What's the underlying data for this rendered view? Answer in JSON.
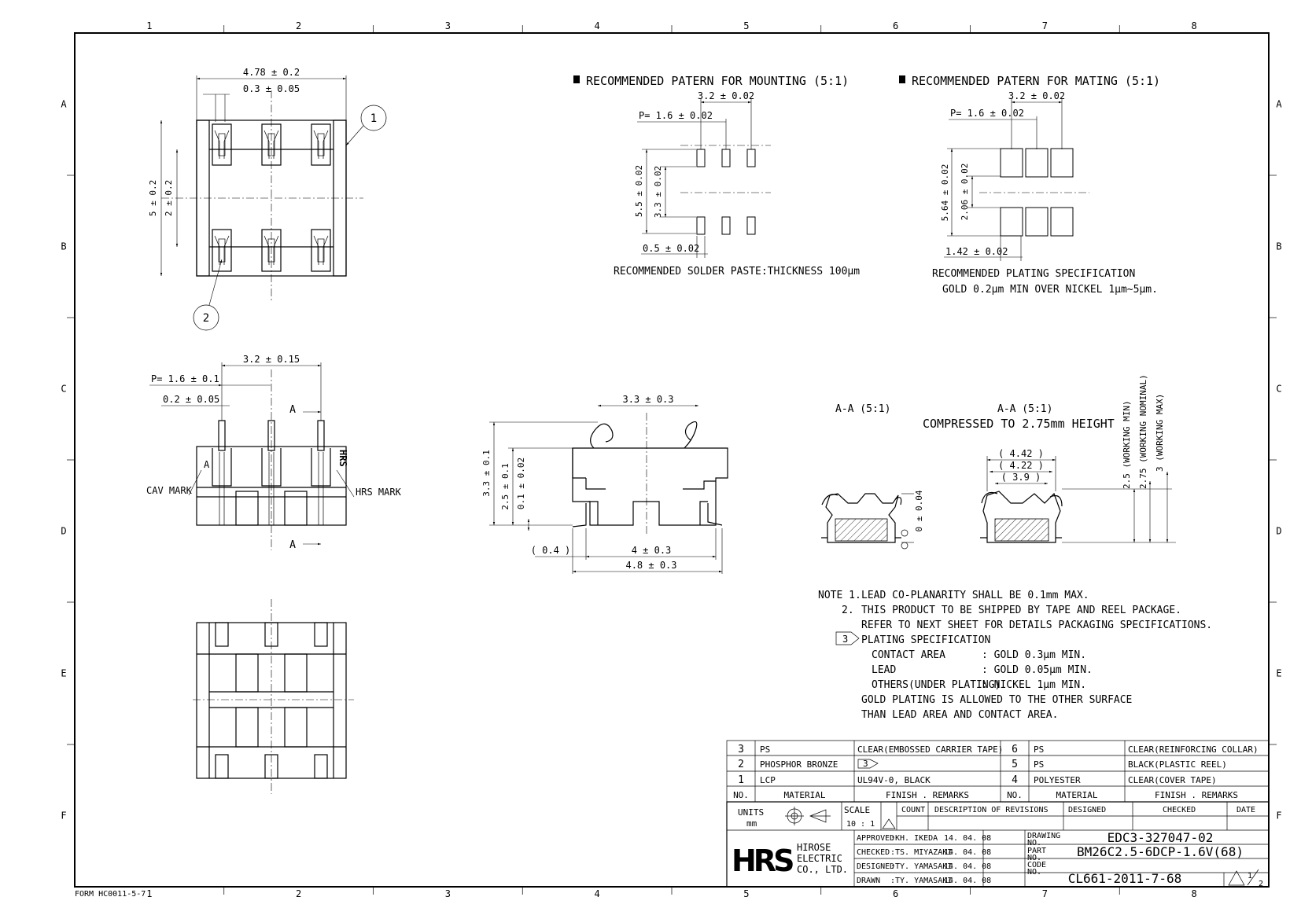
{
  "grid": {
    "columns": [
      "1",
      "2",
      "3",
      "4",
      "5",
      "6",
      "7",
      "8"
    ],
    "rows": [
      "A",
      "B",
      "C",
      "D",
      "E",
      "F"
    ]
  },
  "form_no": "FORM HC0011-5-7",
  "top_view": {
    "dim_width": "4.78 ± 0.2",
    "dim_contact": "0.3 ± 0.05",
    "dim_height": "5 ± 0.2",
    "dim_inner": "2 ± 0.2",
    "balloon_1": "1",
    "balloon_2": "2"
  },
  "front_view": {
    "dim_span": "3.2 ± 0.15",
    "dim_pitch": "P= 1.6 ± 0.1",
    "dim_width": "0.2 ± 0.05",
    "section_a_top": "A",
    "section_a_bottom": "A",
    "cav_mark": "CAV MARK",
    "hrs_mark": "HRS MARK",
    "cav_letter": "A",
    "logo_text": "HRS"
  },
  "side_view": {
    "dim_top": "3.3 ± 0.3",
    "dim_h1": "3.3 ± 0.1",
    "dim_h2": "2.5 ± 0.1",
    "dim_h3": "0.1 ± 0.02",
    "dim_ref": "( 0.4 )",
    "dim_b1": "4 ± 0.3",
    "dim_b2": "4.8 ± 0.3"
  },
  "mounting": {
    "title": "RECOMMENDED PATERN FOR MOUNTING (5:1)",
    "dim_span": "3.2 ± 0.02",
    "dim_pitch": "P= 1.6 ± 0.02",
    "dim_h1": "5.5 ± 0.02",
    "dim_h2": "3.3 ± 0.02",
    "dim_w": "0.5 ± 0.02",
    "note": "RECOMMENDED SOLDER PASTE:THICKNESS 100μm"
  },
  "mating": {
    "title": "RECOMMENDED PATERN FOR MATING (5:1)",
    "dim_span": "3.2 ± 0.02",
    "dim_pitch": "P= 1.6 ± 0.02",
    "dim_h1": "5.64 ± 0.02",
    "dim_h2": "2.06 ± 0.02",
    "dim_w": "1.42 ± 0.02",
    "note_1": "RECOMMENDED PLATING SPECIFICATION",
    "note_2": "GOLD 0.2μm MIN OVER NICKEL 1μm~5μm."
  },
  "section": {
    "label_1": "A-A (5:1)",
    "label_2": "A-A (5:1)",
    "compressed": "COMPRESSED TO 2.75mm HEIGHT",
    "dim_cop": "0 ± 0.04",
    "dim_442": "( 4.42 )",
    "dim_422": "( 4.22 )",
    "dim_39": "( 3.9 )",
    "dim_work_min": "2.5 (WORKING MIN)",
    "dim_work_nom": "2.75 (WORKING NOMINAL)",
    "dim_work_max": "3 (WORKING MAX)"
  },
  "notes": {
    "n1_label": "NOTE 1.",
    "n1": "LEAD CO-PLANARITY SHALL BE 0.1mm MAX.",
    "n2_label": "2.",
    "n2a": "THIS PRODUCT TO BE SHIPPED BY TAPE AND REEL PACKAGE.",
    "n2b": "REFER TO NEXT SHEET FOR DETAILS PACKAGING SPECIFICATIONS.",
    "n3_label": "3",
    "n3": "PLATING SPECIFICATION",
    "contact_k": "CONTACT AREA",
    "contact_v": ": GOLD 0.3μm MIN.",
    "lead_k": "LEAD",
    "lead_v": ": GOLD 0.05μm MIN.",
    "others_k": "OTHERS(UNDER PLATING)",
    "others_v": ": NICKEL 1μm MIN.",
    "g1": "GOLD PLATING IS ALLOWED TO THE OTHER SURFACE",
    "g2": "THAN LEAD AREA AND CONTACT AREA."
  },
  "materials": {
    "rows": [
      {
        "no": "3",
        "mat": "PS",
        "rem": "CLEAR(EMBOSSED CARRIER TAPE)",
        "no2": "6",
        "mat2": "PS",
        "rem2": "CLEAR(REINFORCING COLLAR)"
      },
      {
        "no": "2",
        "mat": "PHOSPHOR BRONZE",
        "rem": "",
        "no2": "5",
        "mat2": "PS",
        "rem2": "BLACK(PLASTIC REEL)"
      },
      {
        "no": "1",
        "mat": "LCP",
        "rem": "UL94V-0, BLACK",
        "no2": "4",
        "mat2": "POLYESTER",
        "rem2": "CLEAR(COVER TAPE)"
      }
    ],
    "plating_ref": "3",
    "header": {
      "no": "NO.",
      "mat": "MATERIAL",
      "rem": "FINISH . REMARKS",
      "no2": "NO.",
      "mat2": "MATERIAL",
      "rem2": "FINISH . REMARKS"
    }
  },
  "title_block": {
    "units_label": "UNITS",
    "units": "mm",
    "scale_label": "SCALE",
    "scale": "10 : 1",
    "count": "COUNT",
    "revisions": "DESCRIPTION OF REVISIONS",
    "designed_h": "DESIGNED",
    "checked_h": "CHECKED",
    "date_h": "DATE",
    "approved_k": "APPROVED",
    "approved_v": ":KH. IKEDA",
    "approved_d": "14. 04. 08",
    "checked_k": "CHECKED",
    "checked_v": ":TS. MIYAZAKI",
    "checked_d": "14. 04. 08",
    "designed_k": "DESIGNED",
    "designed_v": ":TY. YAMASAKI",
    "designed_d": "14. 04. 08",
    "drawn_k": "DRAWN",
    "drawn_v": ":TY. YAMASAKI",
    "drawn_d": "14. 04. 08",
    "logo": "HRS",
    "company_1": "HIROSE",
    "company_2": "ELECTRIC",
    "company_3": "CO., LTD.",
    "drawing_no_k1": "DRAWING",
    "drawing_no_k2": "NO.",
    "drawing_no": "EDC3-327047-02",
    "part_no_k1": "PART",
    "part_no_k2": "NO.",
    "part_no": "BM26C2.5-6DCP-1.6V(68)",
    "code_no_k1": "CODE",
    "code_no_k2": "NO.",
    "code_no": "CL661-2011-7-68",
    "sheet_1": "1",
    "sheet_2": "2"
  }
}
